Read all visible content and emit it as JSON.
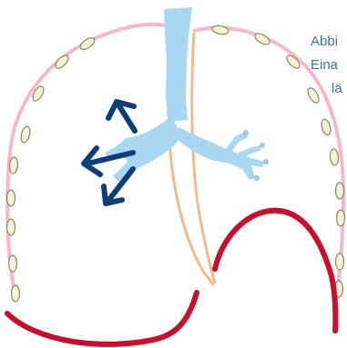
{
  "caption": {
    "lines": [
      "Abbi",
      "Eina",
      "lä"
    ]
  },
  "colors": {
    "outline_pink": "#f6b8c9",
    "rib_fill": "#f5f0d8",
    "rib_stroke": "#8a8a66",
    "trachea_blue": "#a8d7f2",
    "arrow_navy": "#0e3e7a",
    "esophagus_orange": "#f3b98c",
    "diaphragm_red": "#c8102e",
    "caption_blue": "#3a74b5"
  },
  "icons": {
    "airflow_arrows": "arrow-icon"
  }
}
